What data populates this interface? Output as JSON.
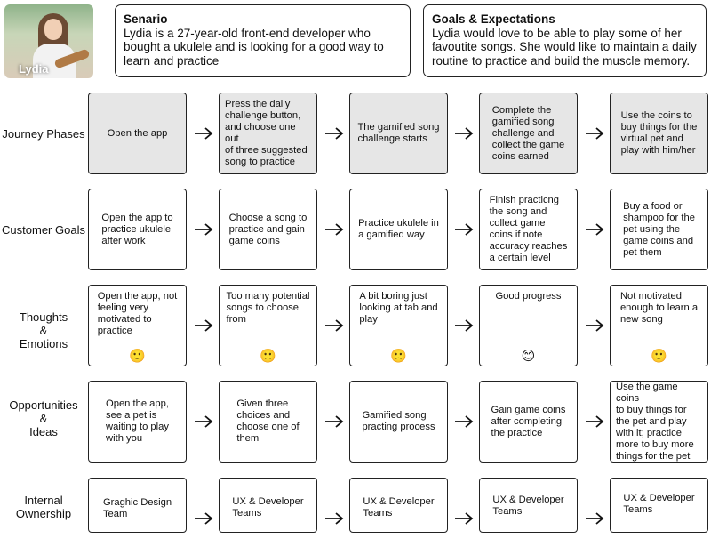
{
  "persona": {
    "name": "Lydia"
  },
  "scenario": {
    "title": "Senario",
    "text": "Lydia is a 27-year-old front-end developer who bought a ukulele and is looking for a good way to learn and practice"
  },
  "goals": {
    "title": "Goals & Expectations",
    "text": "Lydia would love to be able to play some of her favoutite songs. She would like to maintain a daily routine to practice and build the muscle memory."
  },
  "rows": [
    {
      "label": "Journey Phases",
      "cells": [
        "Open the app",
        "Press the daily\nchallenge button,\nand choose one out\nof three suggested\nsong to practice",
        "The gamified song\nchallenge starts",
        "Complete the\ngamified song\nchallenge and\ncollect the game\ncoins earned",
        "Use the coins to\nbuy things for the\nvirtual pet and\nplay with him/her"
      ]
    },
    {
      "label": "Customer Goals",
      "cells": [
        "Open the app to\npractice ukulele\nafter work",
        "Choose a song to\npractice and gain\ngame coins",
        "Practice ukulele in\na gamified way",
        "Finish practicng\nthe song and\ncollect game\ncoins if note\naccuracy reaches\na certain level",
        "Buy a food or\nshampoo for the\npet using the\ngame coins and\npet them"
      ]
    },
    {
      "label": "Thoughts\n&\nEmotions",
      "cells": [
        "Open the app, not\nfeeling very\nmotivated to\npractice",
        "Too many potential\nsongs to choose\nfrom",
        "A bit boring just\nlooking at tab and\nplay",
        "Good progress",
        "Not motivated\nenough to learn a\nnew song"
      ],
      "emojis": [
        "🙂",
        "🙁",
        "🙁",
        "😊",
        "🙂"
      ]
    },
    {
      "label": "Opportunities\n&\nIdeas",
      "cells": [
        "Open the app,\nsee a pet is\nwaiting to play\nwith you",
        "Given three\nchoices and\nchoose one of\nthem",
        "Gamified song\npracting process",
        "Gain game coins\nafter completing\nthe practice",
        "Use the game coins\nto buy things for\nthe pet and play\nwith it; practice\nmore to buy more\nthings for the pet"
      ]
    },
    {
      "label": "Internal\nOwnership",
      "cells": [
        "Graghic Design\nTeam",
        "UX & Developer\nTeams",
        "UX & Developer\nTeams",
        "UX & Developer\nTeams",
        "UX & Developer\nTeams"
      ]
    }
  ]
}
